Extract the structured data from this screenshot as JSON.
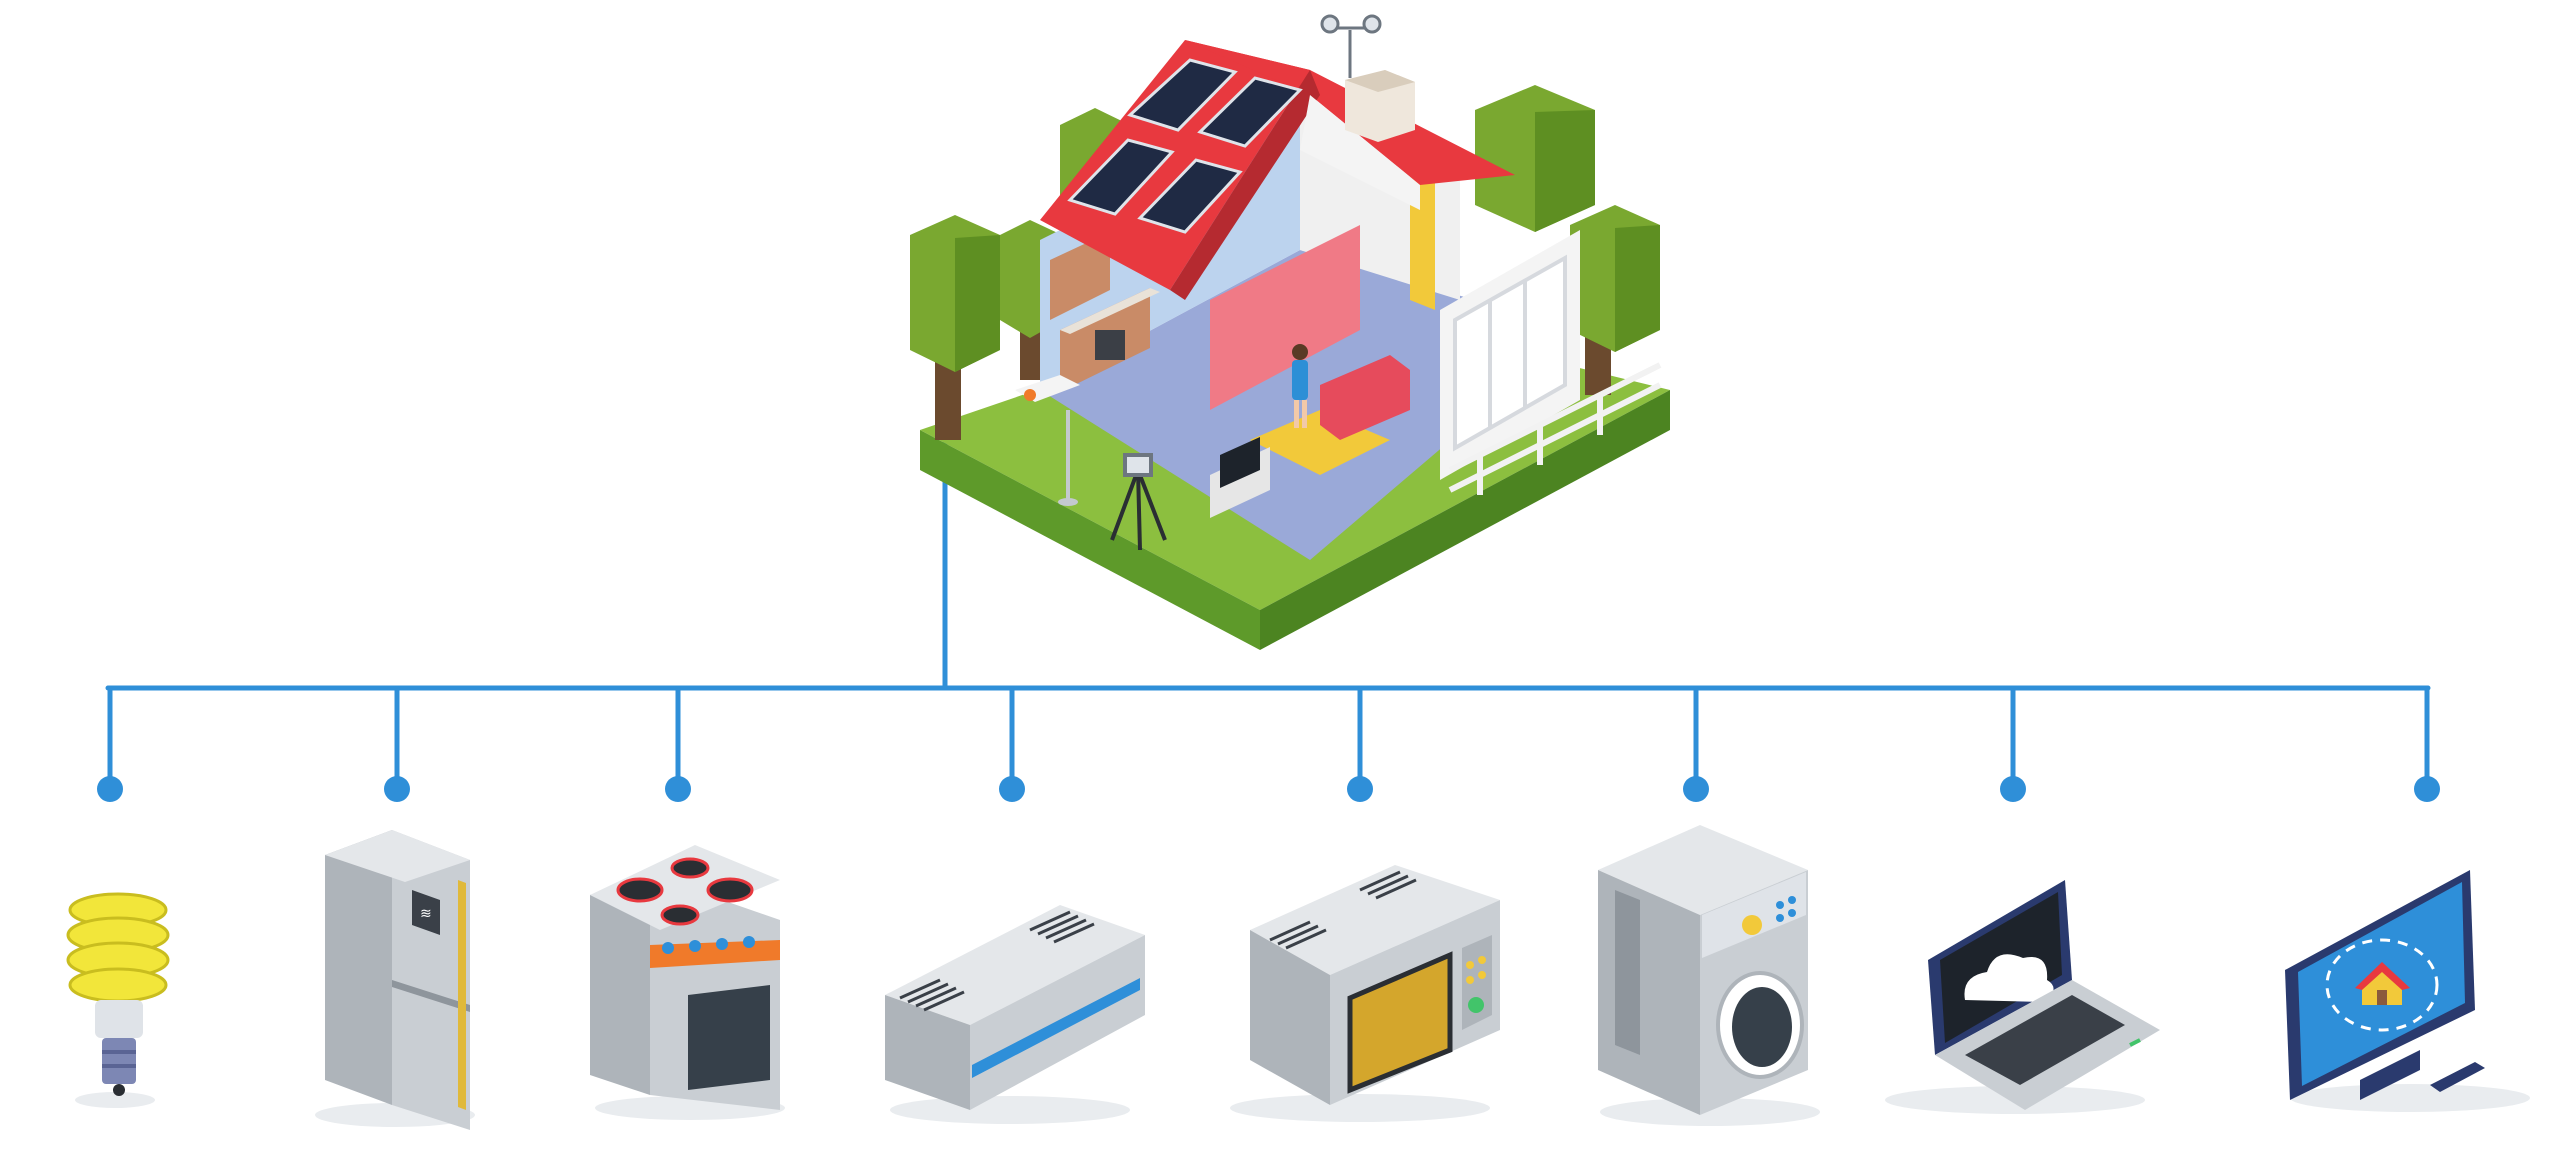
{
  "diagram": {
    "hub": {
      "name": "smart-house"
    },
    "devices": [
      {
        "name": "energy-saving-bulb"
      },
      {
        "name": "smart-refrigerator"
      },
      {
        "name": "electric-stove"
      },
      {
        "name": "air-conditioner"
      },
      {
        "name": "microwave-oven"
      },
      {
        "name": "washing-machine"
      },
      {
        "name": "laptop-cloud"
      },
      {
        "name": "smart-tv-monitor"
      }
    ]
  },
  "colors": {
    "connector": "#2f8fd8",
    "roof": "#e8393f",
    "grass": "#8cbf3f",
    "tree": "#7aa830",
    "appliance": "#c9ced3",
    "appliance_dark": "#8e959c",
    "screen_blue": "#2e8fd9",
    "bulb_yellow": "#f2e63a"
  }
}
